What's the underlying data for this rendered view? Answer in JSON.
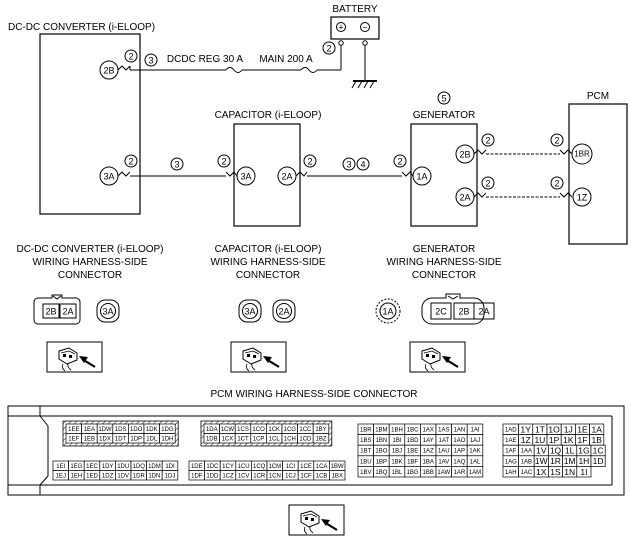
{
  "components": {
    "battery": "BATTERY",
    "dcdc": "DC-DC CONVERTER (i-ELOOP)",
    "capacitor": "CAPACITOR (i-ELOOP)",
    "generator": "GENERATOR",
    "pcm": "PCM"
  },
  "fuses": {
    "dcdc_reg": "DCDC REG 30 A",
    "main": "MAIN 200 A"
  },
  "terminals": {
    "dcdc_2b": "2B",
    "dcdc_3a": "3A",
    "cap_3a": "3A",
    "cap_2a": "2A",
    "gen_1a": "1A",
    "gen_2b": "2B",
    "gen_2a": "2A",
    "pcm_1br": "1BR",
    "pcm_1z": "1Z",
    "battery_plus": "+",
    "battery_minus": "−"
  },
  "circled_numbers": {
    "two": "2",
    "three": "3",
    "four": "4",
    "five": "5"
  },
  "connector_titles": {
    "dcdc": [
      "DC-DC CONVERTER (i-ELOOP)",
      "WIRING HARNESS-SIDE",
      "CONNECTOR"
    ],
    "capacitor": [
      "CAPACITOR (i-ELOOP)",
      "WIRING HARNESS-SIDE",
      "CONNECTOR"
    ],
    "generator": [
      "GENERATOR",
      "WIRING HARNESS-SIDE",
      "CONNECTOR"
    ],
    "pcm": "PCM WIRING HARNESS-SIDE CONNECTOR"
  },
  "connector_pins": {
    "dcdc": [
      "2B",
      "2A",
      "3A"
    ],
    "capacitor": [
      "3A",
      "2A"
    ],
    "generator": [
      "1A",
      "2C",
      "2B",
      "2A"
    ]
  },
  "pcm_pins": {
    "block1": [
      [
        "1EE",
        "1EA",
        "1DW",
        "1DS",
        "1DO",
        "1DK",
        "1DG"
      ],
      [
        "1EF",
        "1EB",
        "1DX",
        "1DT",
        "1DP",
        "1DL",
        "1DH"
      ],
      [
        "1EI",
        "1EG",
        "1EC",
        "1DY",
        "1DU",
        "1DQ",
        "1DM",
        "1DI"
      ],
      [
        "1EJ",
        "1EH",
        "1ED",
        "1DZ",
        "1DV",
        "1DR",
        "1DN",
        "1DJ"
      ]
    ],
    "block2": [
      [
        "1DA",
        "1CW",
        "1CS",
        "1CO",
        "1CK",
        "1CG",
        "1CC",
        "1BY"
      ],
      [
        "1DB",
        "1CX",
        "1CT",
        "1CP",
        "1CL",
        "1CH",
        "1CD",
        "1BZ"
      ],
      [
        "1DE",
        "1DC",
        "1CY",
        "1CU",
        "1CQ",
        "1CM",
        "1CI",
        "1CE",
        "1CA",
        "1BW"
      ],
      [
        "1DF",
        "1DD",
        "1CZ",
        "1CV",
        "1CR",
        "1CN",
        "1CJ",
        "1CF",
        "1CB",
        "1BX"
      ]
    ],
    "block3": [
      [
        "1BR",
        "1BM",
        "1BH",
        "1BC",
        "1AX",
        "1AS",
        "1AN",
        "1AI"
      ],
      [
        "1BS",
        "1BN",
        "1BI",
        "1BD",
        "1AY",
        "1AT",
        "1AO",
        "1AJ"
      ],
      [
        "1BT",
        "1BO",
        "1BJ",
        "1BE",
        "1AZ",
        "1AU",
        "1AP",
        "1AK"
      ],
      [
        "1BU",
        "1BP",
        "1BK",
        "1BF",
        "1BA",
        "1AV",
        "1AQ",
        "1AL"
      ],
      [
        "1BV",
        "1BQ",
        "1BL",
        "1BG",
        "1BB",
        "1AW",
        "1AR",
        "1AM"
      ]
    ],
    "block4": [
      [
        "1AD",
        "1Y",
        "1T",
        "1O",
        "1J",
        "1E",
        "1A"
      ],
      [
        "1AE",
        "1Z",
        "1U",
        "1P",
        "1K",
        "1F",
        "1B"
      ],
      [
        "1AF",
        "1AA",
        "1V",
        "1Q",
        "1L",
        "1G",
        "1C"
      ],
      [
        "1AG",
        "1AB",
        "1W",
        "1R",
        "1M",
        "1H",
        "1D"
      ],
      [
        "1AH",
        "1AC",
        "1X",
        "1S",
        "1N",
        "1I"
      ]
    ]
  }
}
